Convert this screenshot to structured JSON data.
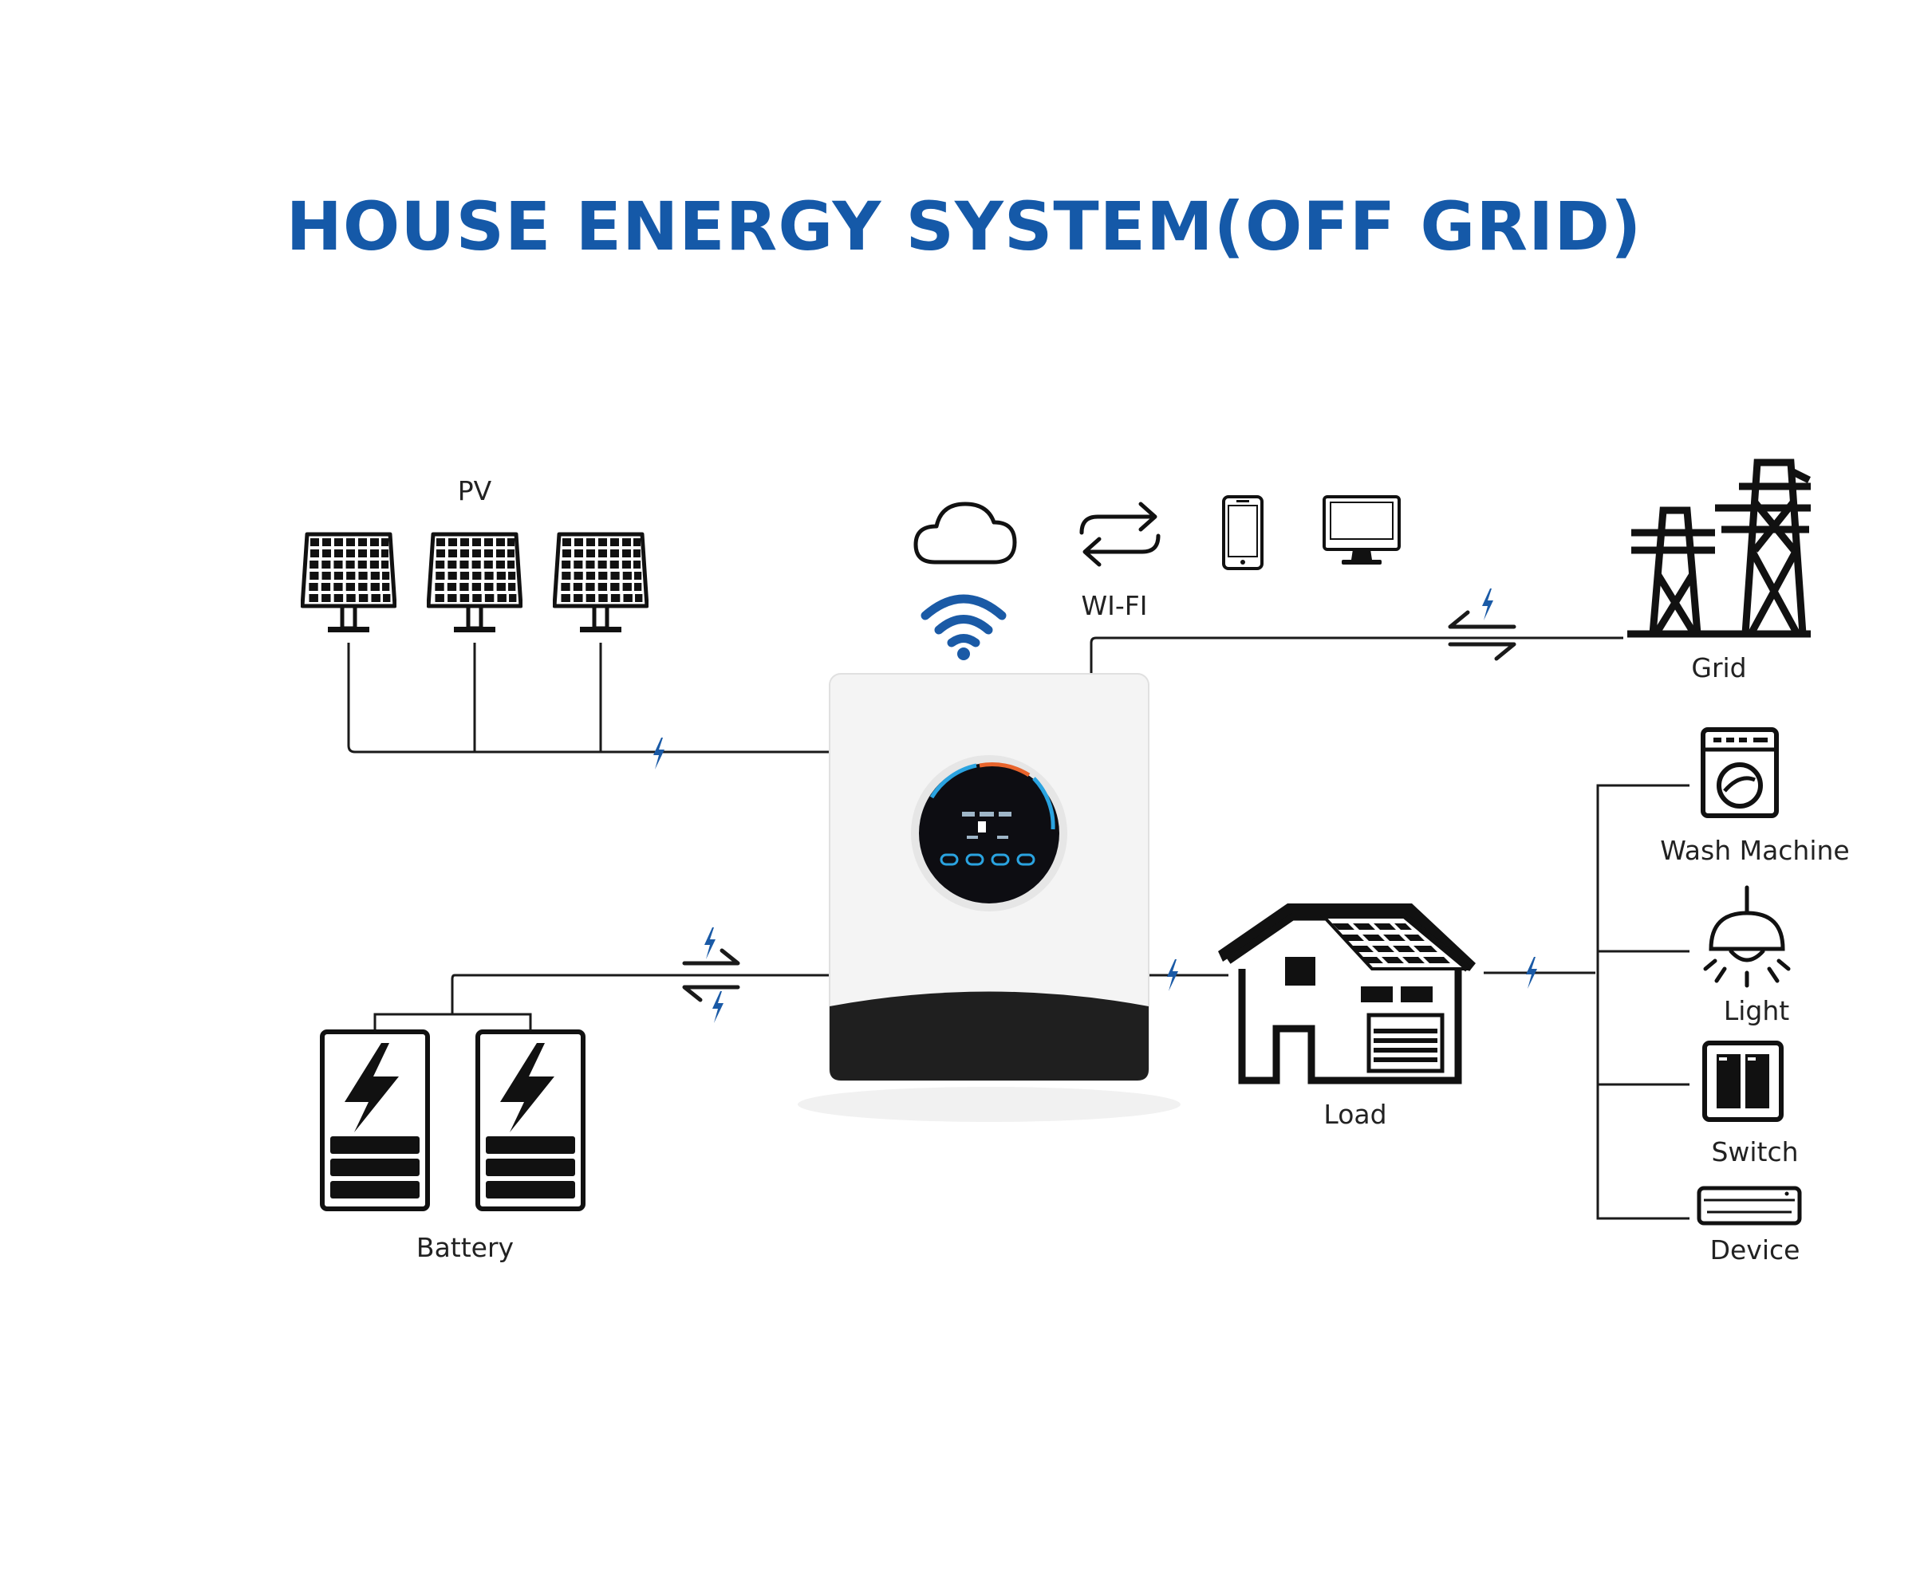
{
  "title": "HOUSE ENERGY SYSTEM(OFF GRID)",
  "colors": {
    "title": "#1559a8",
    "accent": "#1a5aa6",
    "line": "#1a1a1a",
    "inverter_body": "#f3f3f3",
    "inverter_base": "#1f1f1f",
    "display_arc_warm": "#e8642c",
    "display_arc_cool": "#2aa3e0"
  },
  "labels": {
    "pv": "PV",
    "wifi": "WI-FI",
    "grid": "Grid",
    "wash_machine": "Wash Machine",
    "light": "Light",
    "switch": "Switch",
    "device": "Device",
    "load": "Load",
    "battery": "Battery"
  },
  "icons": {
    "pv": "solar-panel-icon",
    "cloud": "cloud-icon",
    "sync": "sync-arrows-icon",
    "phone": "phone-icon",
    "monitor": "monitor-icon",
    "wifi": "wifi-icon",
    "grid": "power-tower-icon",
    "inverter": "inverter-icon",
    "house": "house-solar-roof-icon",
    "battery": "battery-icon",
    "wash_machine": "washing-machine-icon",
    "light": "ceiling-light-icon",
    "switch": "wall-switch-icon",
    "device": "air-conditioner-icon",
    "bolt": "lightning-bolt-icon",
    "bidirectional": "bidirectional-arrows-icon"
  }
}
